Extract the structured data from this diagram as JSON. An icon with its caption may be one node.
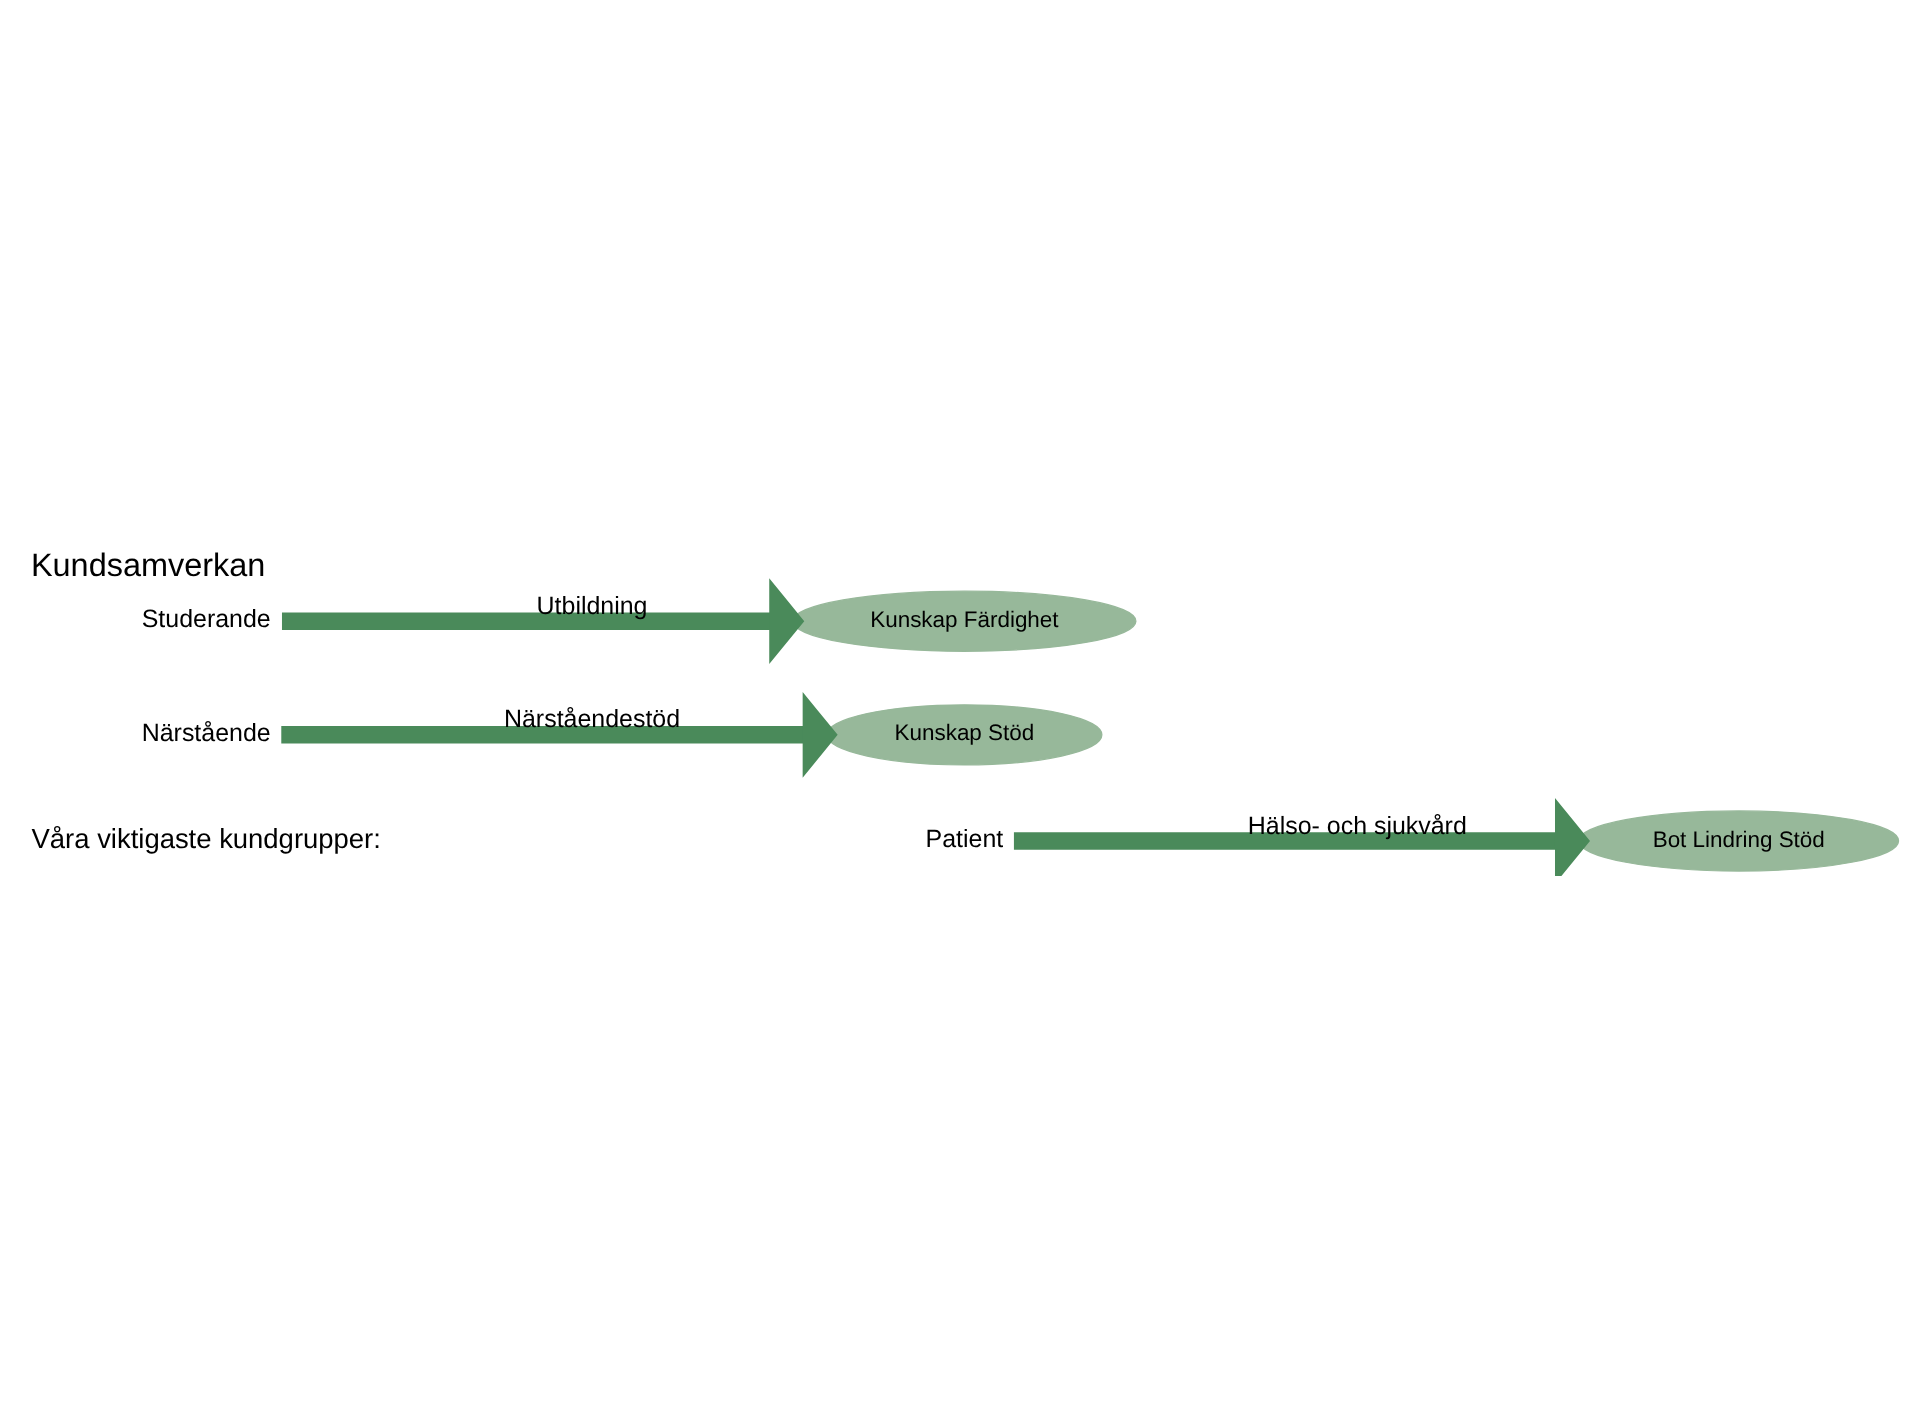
{
  "diagram": {
    "title": "Kundsamverkan",
    "nodes": [
      {
        "text": [
          "Patient"
        ]
      },
      {
        "text": [
          "Bot Lindring Stöd"
        ]
      },
      {
        "text": [
          "Närstående"
        ]
      },
      {
        "text": [
          "Kunskap Stöd"
        ]
      },
      {
        "text": [
          "Studerande"
        ]
      },
      {
        "text": [
          "Kunskap Färdighet"
        ]
      }
    ],
    "edges": [
      {
        "from": 0,
        "to": 1,
        "arrow": "to",
        "label": "Hälso- och sjukvård"
      },
      {
        "from": 2,
        "to": 3,
        "arrow": "to",
        "label": "Närståendestöd"
      },
      {
        "from": 4,
        "to": 5,
        "arrow": "to",
        "label": "Utbildning"
      }
    ],
    "labels": [
      "Våra viktigaste kundgrupper:"
    ]
  }
}
